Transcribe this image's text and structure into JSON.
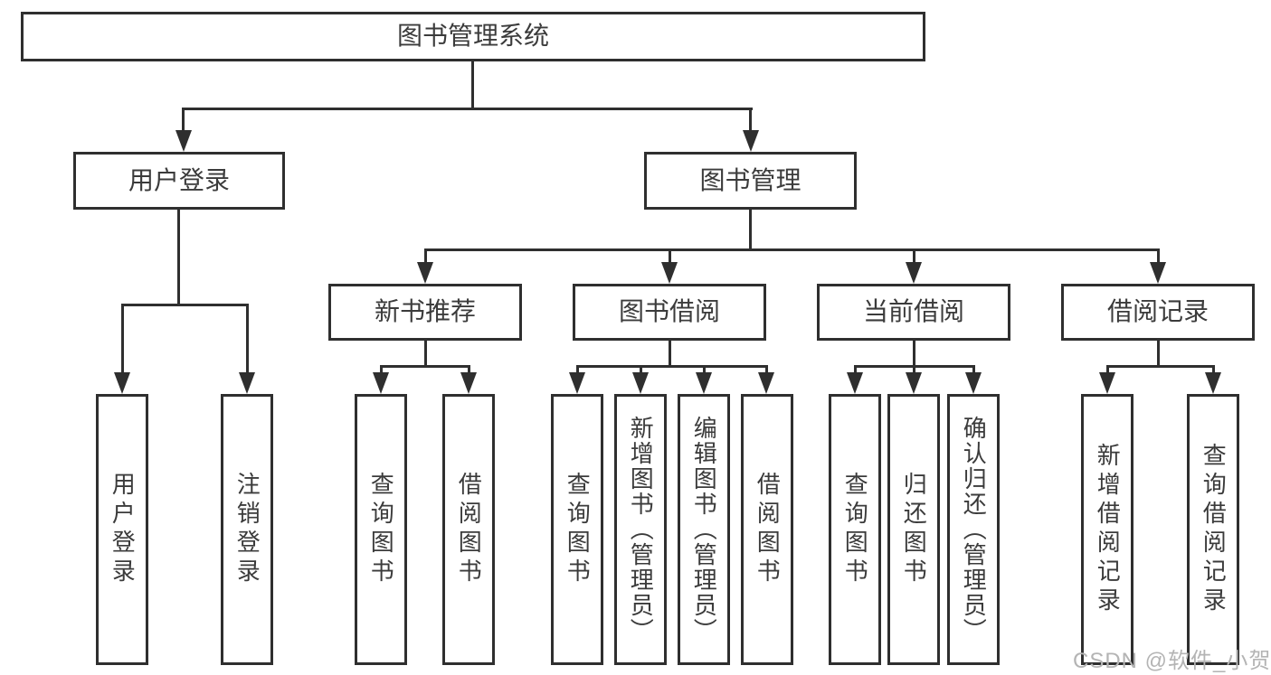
{
  "diagram": {
    "title": "图书管理系统",
    "root": {
      "label": "图书管理系统"
    },
    "level2": [
      {
        "label": "用户登录"
      },
      {
        "label": "图书管理"
      }
    ],
    "level3": [
      {
        "label": "新书推荐"
      },
      {
        "label": "图书借阅"
      },
      {
        "label": "当前借阅"
      },
      {
        "label": "借阅记录"
      }
    ],
    "leaves": {
      "user_login": [
        {
          "label": "用户登录"
        },
        {
          "label": "注销登录"
        }
      ],
      "new_book": [
        {
          "label": "查询图书"
        },
        {
          "label": "借阅图书"
        }
      ],
      "book_borrow": [
        {
          "label": "查询图书"
        },
        {
          "label": "新增图书（管理员）"
        },
        {
          "label": "编辑图书（管理员）"
        },
        {
          "label": "借阅图书"
        }
      ],
      "current_borrow": [
        {
          "label": "查询图书"
        },
        {
          "label": "归还图书"
        },
        {
          "label": "确认归还（管理员）"
        }
      ],
      "borrow_record": [
        {
          "label": "新增借阅记录"
        },
        {
          "label": "查询借阅记录"
        }
      ]
    }
  },
  "watermark": {
    "text": "CSDN @软件_小贺同学"
  },
  "colors": {
    "line": "#2f2f2f",
    "text": "#3b3b3b",
    "background": "#ffffff",
    "watermark": "#b4b4b4"
  }
}
